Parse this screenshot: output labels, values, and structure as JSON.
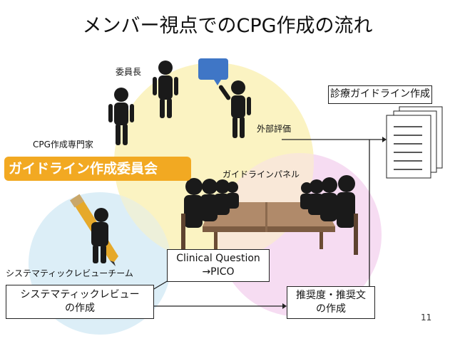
{
  "title": "メンバー視点でのCPG作成の流れ",
  "labels": {
    "chair": "委員長",
    "cpg_expert": "CPG作成専門家",
    "external_review": "外部評価",
    "guideline_panel": "ガイドラインパネル",
    "sr_team": "システマティックレビューチーム"
  },
  "committee": "ガイドライン作成委員会",
  "boxes": {
    "clinical_question_line1": "Clinical Question",
    "clinical_question_line2": "→PICO",
    "sr_creation_line1": "システマティックレビュー",
    "sr_creation_line2": "の作成",
    "recommendation_line1": "推奨度・推奨文",
    "recommendation_line2": "の作成",
    "guideline_creation": "診療ガイドライン作成"
  },
  "page_number": "11",
  "colors": {
    "yellow_circle": "#fbf3c2",
    "blue_circle": "#dceef7",
    "pink_circle": "#f6dcf2",
    "committee_bg": "#f2a922",
    "bubble": "#3f76c6",
    "table": "#b08a6a"
  },
  "icons": [
    "person-figure-icon",
    "pencil-icon",
    "document-stack-icon",
    "speech-bubble-icon",
    "meeting-table-icon"
  ]
}
